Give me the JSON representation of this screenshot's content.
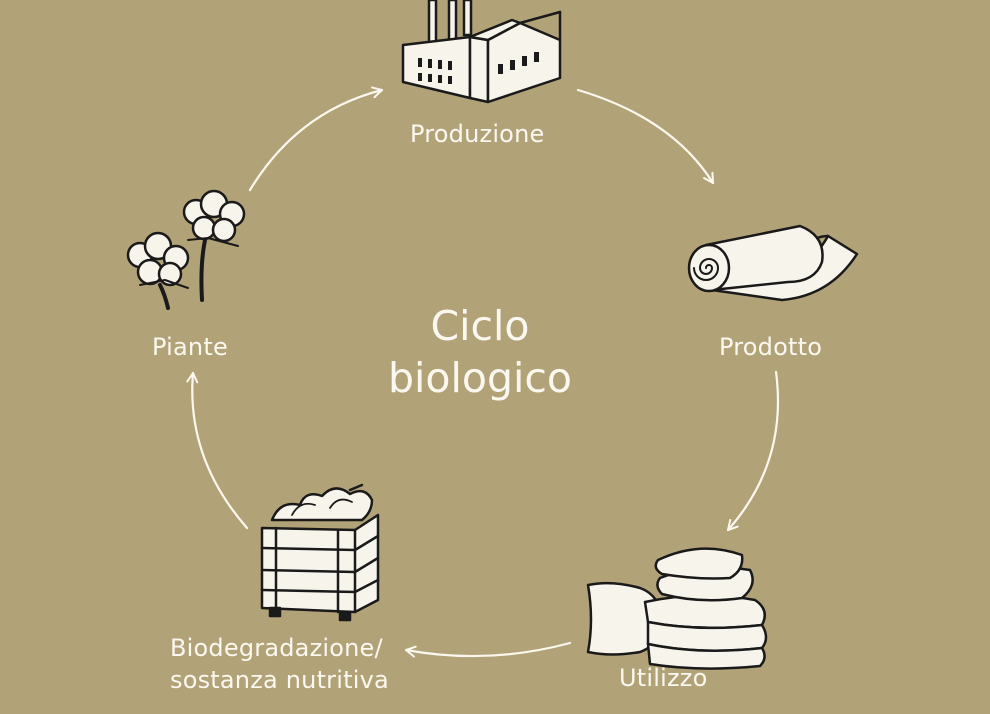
{
  "title": {
    "line1": "Ciclo",
    "line2": "biologico"
  },
  "stages": [
    {
      "label": "Produzione",
      "icon": "factory-icon"
    },
    {
      "label": "Prodotto",
      "icon": "fabric-roll-icon"
    },
    {
      "label": "Utilizzo",
      "icon": "pillows-icon"
    },
    {
      "label_line1": "Biodegradazione/",
      "label_line2": "sostanza nutritiva",
      "icon": "compost-crate-icon"
    },
    {
      "label": "Piante",
      "icon": "cotton-plant-icon"
    }
  ],
  "colors": {
    "background": "#b2a278",
    "foreground": "#fbf8f0",
    "line": "#1a1a1a"
  }
}
